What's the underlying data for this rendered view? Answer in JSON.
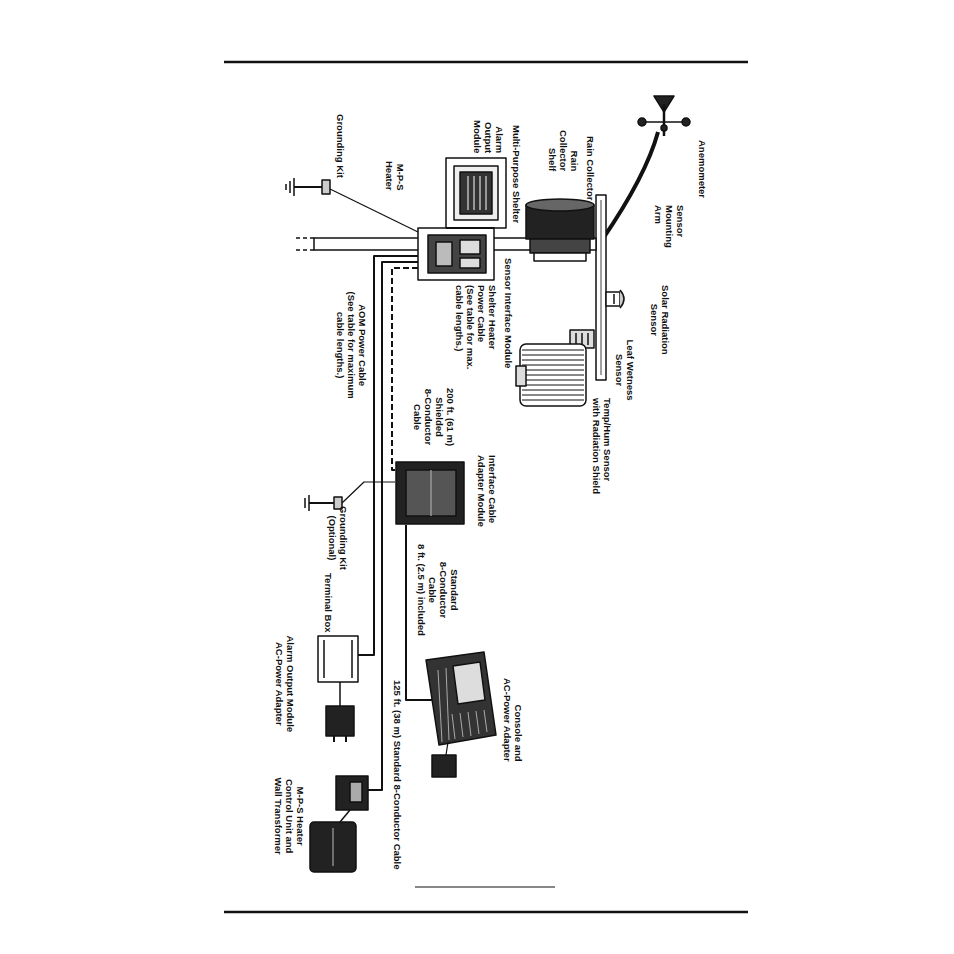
{
  "diagram": {
    "labels": [
      "Anemometer",
      "Sensor Mounting Arm",
      "Rain Collector",
      "Rain Collector Shelf",
      "Multi-Purpose Shelter",
      "Alarm Output Module",
      "M-P-S Heater",
      "Grounding Kit",
      "Solar Radiation Sensor",
      "Leaf Wetness Sensor",
      "Temp/Hum Sensor with Radiation Shield",
      "Sensor Interface Module",
      "Shelter Heater Power Cable (See table for max. cable lengths.)",
      "AOM Power Cable (See table for maximum cable lengths.)",
      "200 ft. (61 m) Shielded 8-Conductor Cable",
      "Interface Cable Adapter Module",
      "Grounding Kit (Optional)",
      "Standard 8-Conductor Cable 8 ft. (2.5 m) included",
      "Terminal Box",
      "Alarm Output Module AC-Power Adapter",
      "Console and AC-Power Adapter",
      "125 ft. (38 m) Standard 8-Conductor Cable",
      "M-P-S Heater Control Unit and Wall Transformer"
    ]
  }
}
